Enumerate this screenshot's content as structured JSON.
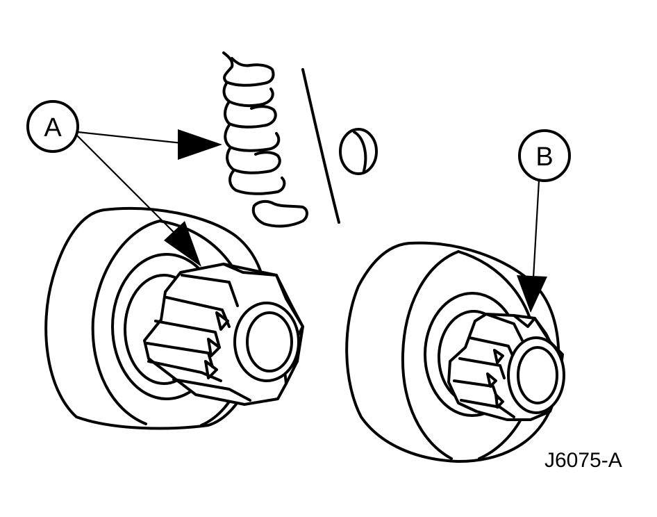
{
  "callouts": {
    "a": {
      "label": "A"
    },
    "b": {
      "label": "B"
    }
  },
  "figure_id": "J6075-A",
  "colors": {
    "ink": "#000000",
    "paper": "#ffffff"
  }
}
